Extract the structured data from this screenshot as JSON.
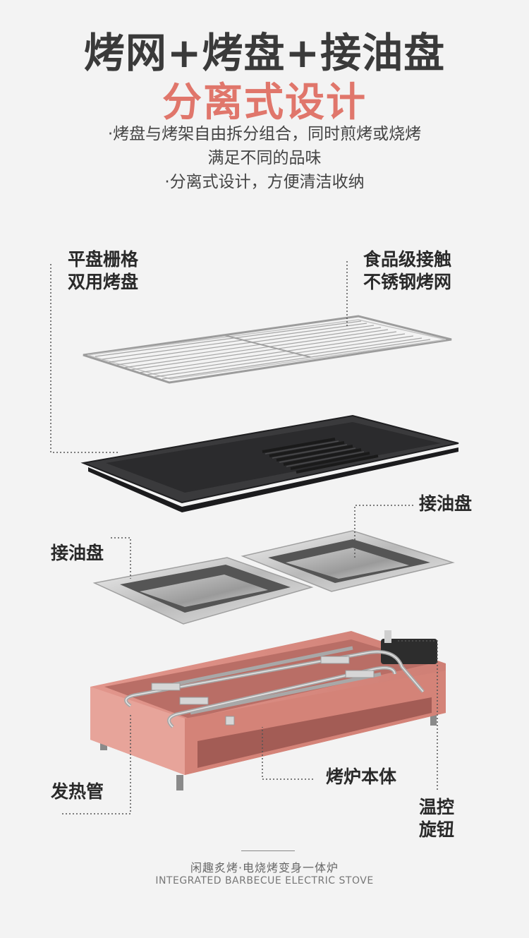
{
  "header": {
    "title": "烤网+烤盘+接油盘",
    "subtitle": "分离式设计"
  },
  "bullets": [
    "·烤盘与烤架自由拆分组合，同时煎烤或烧烤",
    "满足不同的品味",
    "·分离式设计，方便清洁收纳"
  ],
  "labels": {
    "grill_pan_line1": "平盘栅格",
    "grill_pan_line2": "双用烤盘",
    "rack_line1": "食品级接触",
    "rack_line2": "不锈钢烤网",
    "drip_tray_right": "接油盘",
    "drip_tray_left": "接油盘",
    "heating_tube": "发热管",
    "body": "烤炉本体",
    "knob_line1": "温控",
    "knob_line2": "旋钮"
  },
  "footer": {
    "cn": "闲趣炙烤·电烧烤变身一体炉",
    "en": "INTEGRATED BARBECUE ELECTRIC STOVE"
  },
  "colors": {
    "accent": "#e0766b",
    "body_pink": "#d98a80",
    "pan_dark": "#2b2b2d"
  }
}
